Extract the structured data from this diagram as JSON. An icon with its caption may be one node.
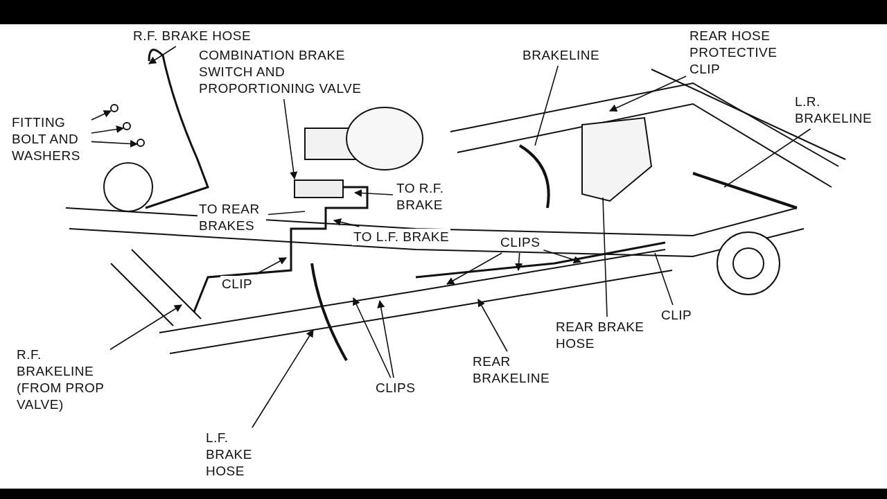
{
  "diagram": {
    "nodes": [
      {
        "text": [
          "R.F. BRAKE HOSE"
        ]
      },
      {
        "text": [
          "FITTING BOLT AND WASHERS"
        ]
      },
      {
        "text": [
          "COMBINATION BRAKE SWITCH AND PROPORTIONING VALVE"
        ]
      },
      {
        "text": [
          "BRAKELINE"
        ]
      },
      {
        "text": [
          "REAR HOSE PROTECTIVE CLIP"
        ]
      },
      {
        "text": [
          "L.R. BRAKELINE"
        ]
      },
      {
        "text": [
          "TO R.F. BRAKE"
        ]
      },
      {
        "text": [
          "TO REAR BRAKES"
        ]
      },
      {
        "text": [
          "TO L.F. BRAKE"
        ]
      },
      {
        "text": [
          "CLIP"
        ]
      },
      {
        "text": [
          "CLIPS"
        ]
      },
      {
        "text": [
          "R.F. BRAKELINE (FROM PROP VALVE)"
        ]
      },
      {
        "text": [
          "CLIPS"
        ]
      },
      {
        "text": [
          "L.F. BRAKE HOSE"
        ]
      },
      {
        "text": [
          "REAR BRAKELINE"
        ]
      },
      {
        "text": [
          "REAR BRAKE HOSE"
        ]
      },
      {
        "text": [
          "CLIP"
        ]
      }
    ],
    "edges": [
      {
        "from": 0,
        "to": null,
        "arrow": "to"
      },
      {
        "from": 1,
        "to": null,
        "arrow": "to"
      },
      {
        "from": 1,
        "to": null,
        "arrow": "to"
      },
      {
        "from": 1,
        "to": null,
        "arrow": "to"
      },
      {
        "from": 2,
        "to": null,
        "arrow": "to"
      },
      {
        "from": 3,
        "to": null,
        "arrow": "none"
      },
      {
        "from": 4,
        "to": null,
        "arrow": "to"
      },
      {
        "from": 5,
        "to": null,
        "arrow": "none"
      },
      {
        "from": 6,
        "to": null,
        "arrow": "to"
      },
      {
        "from": 7,
        "to": null,
        "arrow": "none"
      },
      {
        "from": 8,
        "to": null,
        "arrow": "to"
      },
      {
        "from": 9,
        "to": null,
        "arrow": "to"
      },
      {
        "from": 10,
        "to": null,
        "arrow": "to"
      },
      {
        "from": 10,
        "to": null,
        "arrow": "to"
      },
      {
        "from": 10,
        "to": null,
        "arrow": "to"
      },
      {
        "from": 11,
        "to": null,
        "arrow": "to"
      },
      {
        "from": 12,
        "to": null,
        "arrow": "to"
      },
      {
        "from": 12,
        "to": null,
        "arrow": "to"
      },
      {
        "from": 13,
        "to": null,
        "arrow": "to"
      },
      {
        "from": 14,
        "to": null,
        "arrow": "to"
      },
      {
        "from": 15,
        "to": null,
        "arrow": "none"
      },
      {
        "from": 16,
        "to": null,
        "arrow": "none"
      }
    ]
  }
}
